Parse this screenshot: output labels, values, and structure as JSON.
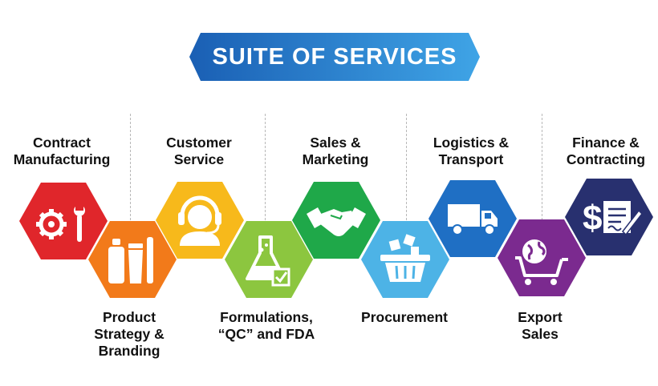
{
  "title": "SUITE OF SERVICES",
  "colors": {
    "banner_start": "#1a5fb4",
    "banner_end": "#3fa4e6",
    "divider": "#b8b8b8"
  },
  "services": [
    {
      "id": "contract-manufacturing",
      "label": "Contract\nManufacturing",
      "color": "#e0262b",
      "icon": "gear-wrench-icon"
    },
    {
      "id": "product-strategy",
      "label": "Product\nStrategy &\nBranding",
      "color": "#f27a1a",
      "icon": "cosmetic-bottles-icon"
    },
    {
      "id": "customer-service",
      "label": "Customer\nService",
      "color": "#f7b91b",
      "icon": "headset-agent-icon"
    },
    {
      "id": "formulations",
      "label": "Formulations,\n“QC” and FDA",
      "color": "#8cc63f",
      "icon": "flask-check-icon"
    },
    {
      "id": "sales-marketing",
      "label": "Sales &\nMarketing",
      "color": "#1fa849",
      "icon": "handshake-icon"
    },
    {
      "id": "procurement",
      "label": "Procurement",
      "color": "#4db3e6",
      "icon": "shopping-basket-icon"
    },
    {
      "id": "logistics",
      "label": "Logistics &\nTransport",
      "color": "#1f6fc4",
      "icon": "delivery-truck-icon"
    },
    {
      "id": "export-sales",
      "label": "Export\nSales",
      "color": "#7b2a8f",
      "icon": "globe-cart-icon"
    },
    {
      "id": "finance",
      "label": "Finance &\nContracting",
      "color": "#28306f",
      "icon": "dollar-contract-icon"
    }
  ]
}
